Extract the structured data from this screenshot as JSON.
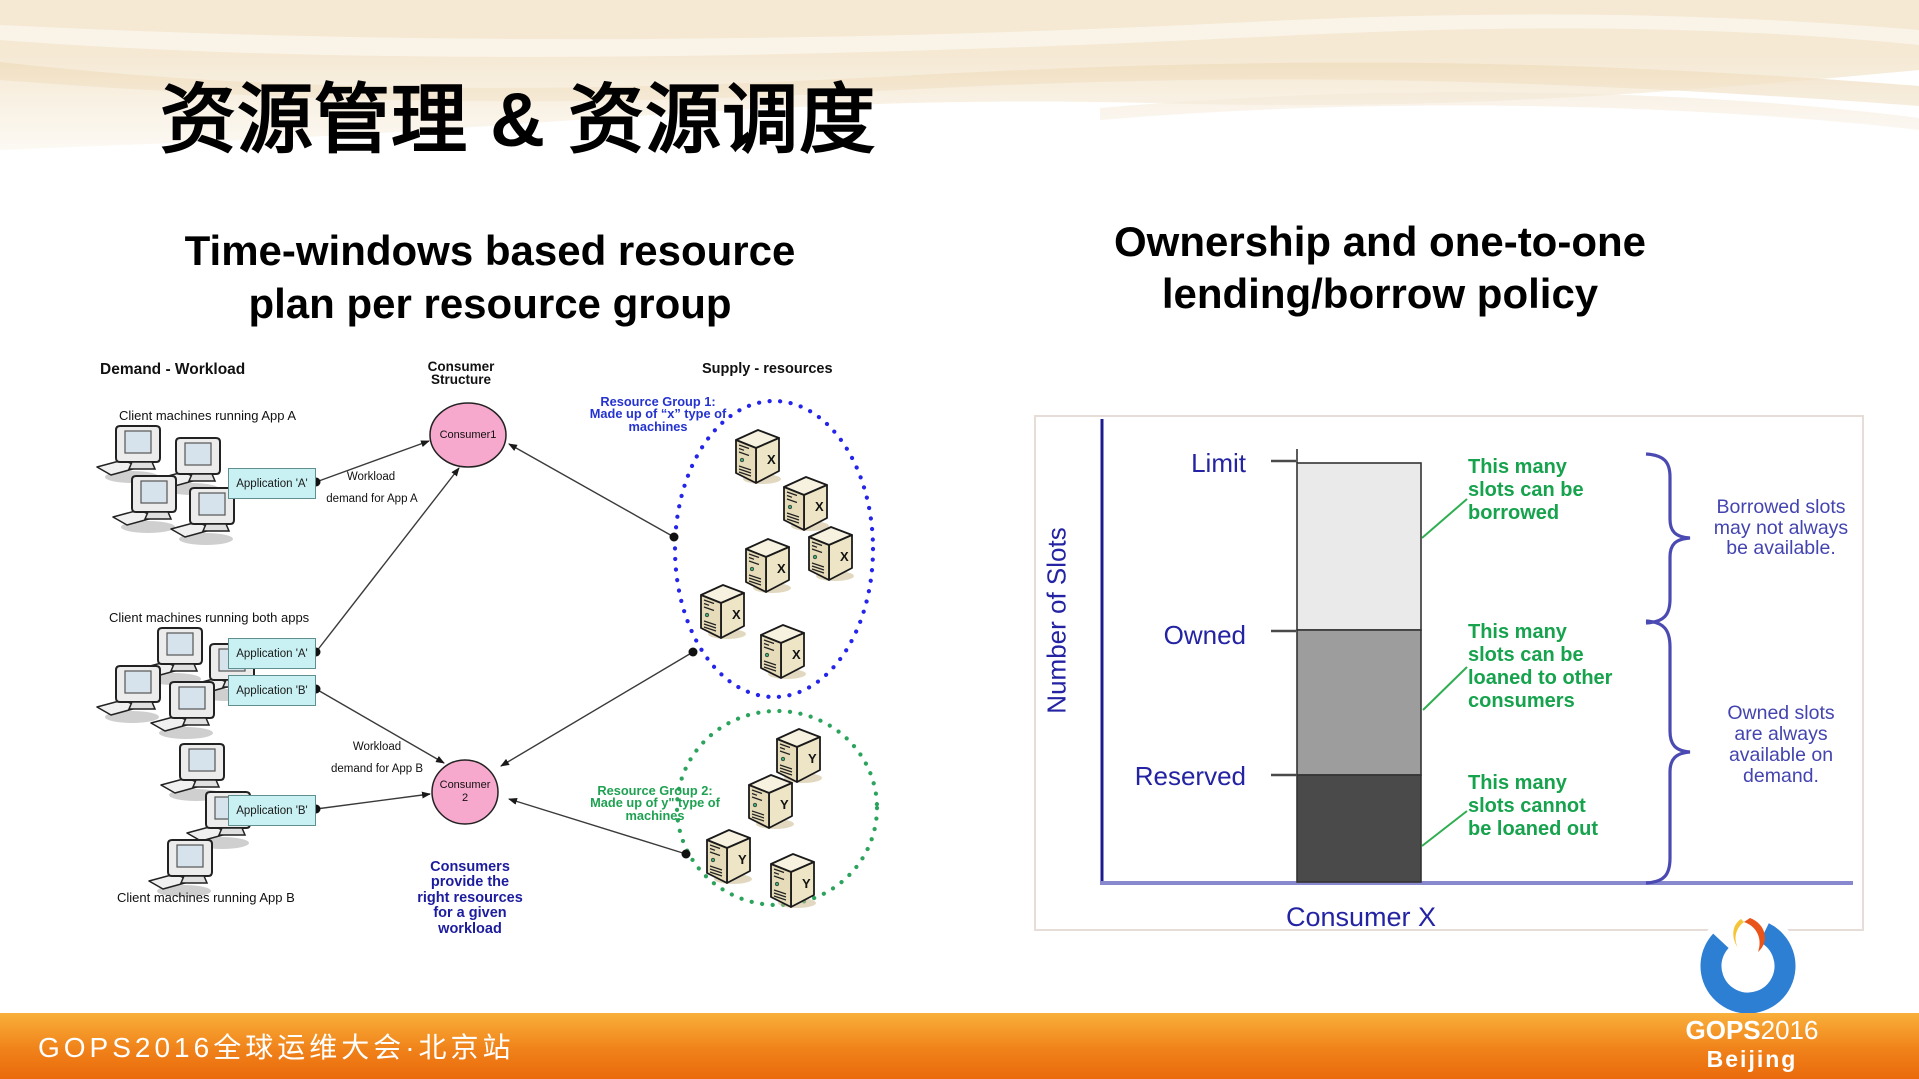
{
  "title": "资源管理 & 资源调度",
  "left": {
    "heading1": "Time-windows based resource",
    "heading2": "plan per resource group",
    "demand_header": "Demand - Workload",
    "consumer_header1": "Consumer",
    "consumer_header2": "Structure",
    "supply_header": "Supply -  resources",
    "cluster_a": "Client machines running App A",
    "cluster_both": "Client machines running both apps",
    "cluster_b": "Client machines running App B",
    "app_a": "Application 'A'",
    "app_b": "Application 'B'",
    "workload": "Workload",
    "demand_a": "demand for App A",
    "demand_b": "demand for App B",
    "consumer1": "Consumer1",
    "consumer2a": "Consumer",
    "consumer2b": "2",
    "note1": "Consumers",
    "note2": "provide the",
    "note3": "right resources",
    "note4": "for a given",
    "note5": "workload",
    "rg1_1": "Resource Group 1:",
    "rg1_2": "Made up of “x” type of",
    "rg1_3": "machines",
    "rg2_1": "Resource Group 2:",
    "rg2_2": "Made up of y\" type of",
    "rg2_3": "machines",
    "mx": "X",
    "my": "Y"
  },
  "right": {
    "heading1": "Ownership and one-to-one",
    "heading2": "lending/borrow policy",
    "ylabel": "Number of Slots",
    "xlabel": "Consumer X",
    "tick_limit": "Limit",
    "tick_owned": "Owned",
    "tick_reserved": "Reserved",
    "green1_1": "This many",
    "green1_2": "slots can be",
    "green1_3": "borrowed",
    "green2_1": "This many",
    "green2_2": "slots can be",
    "green2_3": "loaned to other",
    "green2_4": "consumers",
    "green3_1": "This many",
    "green3_2": "slots cannot",
    "green3_3": "be loaned out",
    "blue1_1": "Borrowed slots",
    "blue1_2": "may not always",
    "blue1_3": "be available.",
    "blue2_1": "Owned slots",
    "blue2_2": "are always",
    "blue2_3": "available on",
    "blue2_4": "demand."
  },
  "chart_data": {
    "type": "bar",
    "title": "Ownership and one-to-one lending/borrow policy",
    "xlabel": "Consumer X",
    "ylabel": "Number of Slots",
    "categories": [
      "Consumer X"
    ],
    "series": [
      {
        "name": "Reserved slots (cannot be loaned out)",
        "relative_height": 0.26
      },
      {
        "name": "Owned slots above reserved (can be loaned to other consumers)",
        "relative_height": 0.34
      },
      {
        "name": "Borrowable slots between Owned and Limit (can be borrowed)",
        "relative_height": 0.4
      }
    ],
    "y_marks": [
      "Limit",
      "Owned",
      "Reserved"
    ],
    "numeric_axis_labels": false,
    "legend": false
  },
  "footer": {
    "bar_text": "GOPS2016全球运维大会·北京站",
    "logo_gops": "GOPS",
    "logo_year": "2016",
    "logo_city": "Beijing"
  }
}
